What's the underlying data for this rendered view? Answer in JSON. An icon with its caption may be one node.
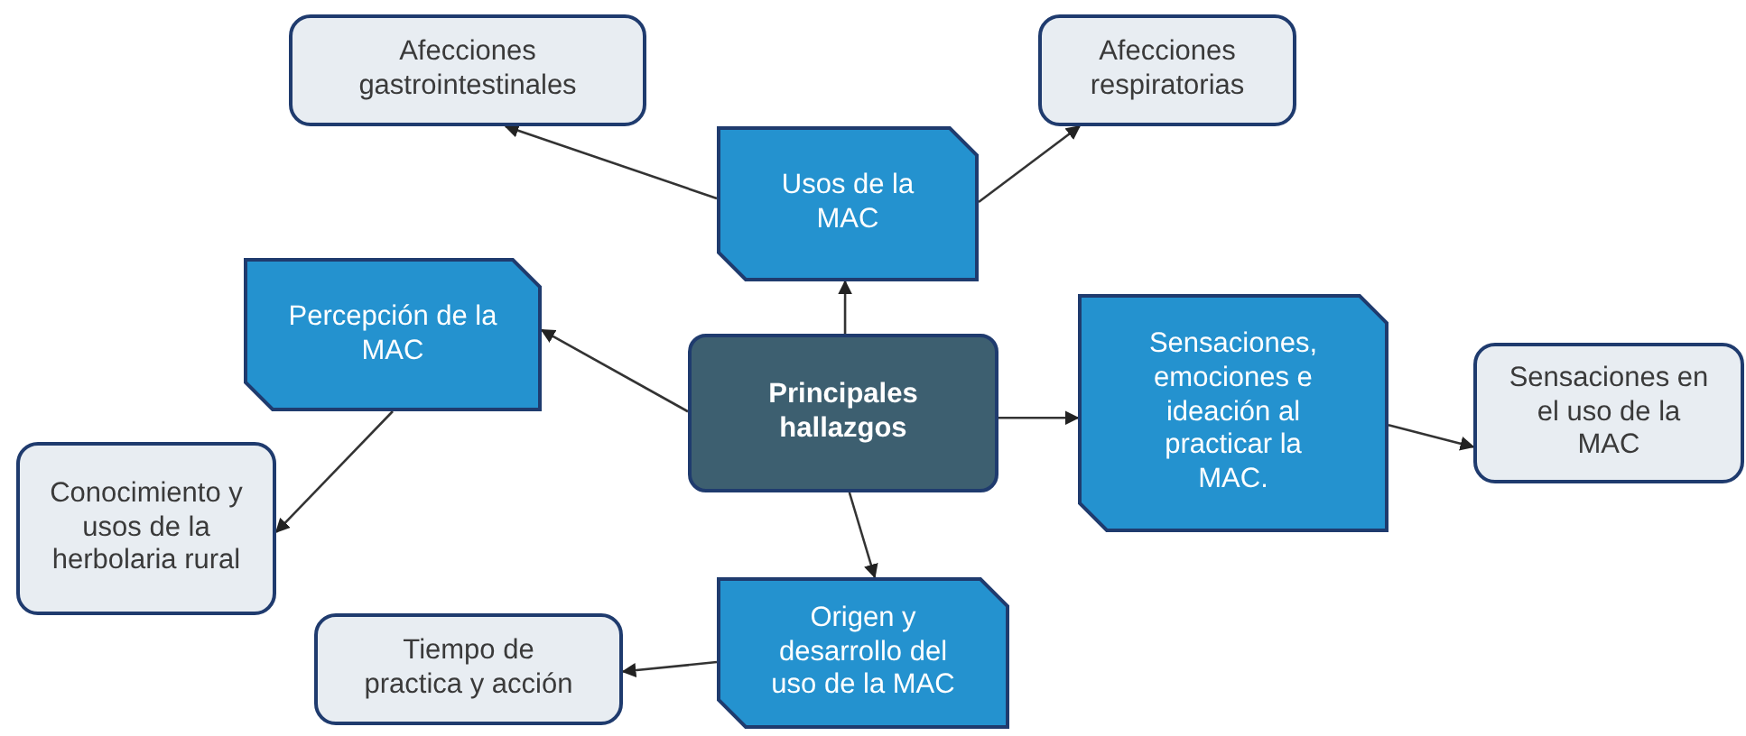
{
  "diagram": {
    "nodes": [
      {
        "text": [
          "Principales hallazgos"
        ]
      },
      {
        "text": [
          "Usos de la MAC"
        ]
      },
      {
        "text": [
          "Afecciones gastrointestinales"
        ]
      },
      {
        "text": [
          "Afecciones respiratorias"
        ]
      },
      {
        "text": [
          "Percepción de la MAC"
        ]
      },
      {
        "text": [
          "Conocimiento y usos de la herbolaria rural"
        ]
      },
      {
        "text": [
          "Sensaciones, emociones e ideación al practicar la MAC."
        ]
      },
      {
        "text": [
          "Sensaciones en el uso de la MAC"
        ]
      },
      {
        "text": [
          "Origen y desarrollo del uso de la MAC"
        ]
      },
      {
        "text": [
          "Tiempo de practica y acción"
        ]
      }
    ],
    "edges": [
      {
        "from": 0,
        "to": 1,
        "arrow": "to"
      },
      {
        "from": 1,
        "to": 2,
        "arrow": "to"
      },
      {
        "from": 1,
        "to": 3,
        "arrow": "to"
      },
      {
        "from": 0,
        "to": 4,
        "arrow": "to"
      },
      {
        "from": 4,
        "to": 5,
        "arrow": "to"
      },
      {
        "from": 0,
        "to": 6,
        "arrow": "to"
      },
      {
        "from": 6,
        "to": 7,
        "arrow": "to"
      },
      {
        "from": 0,
        "to": 8,
        "arrow": "to"
      },
      {
        "from": 8,
        "to": 9,
        "arrow": "to"
      }
    ]
  }
}
